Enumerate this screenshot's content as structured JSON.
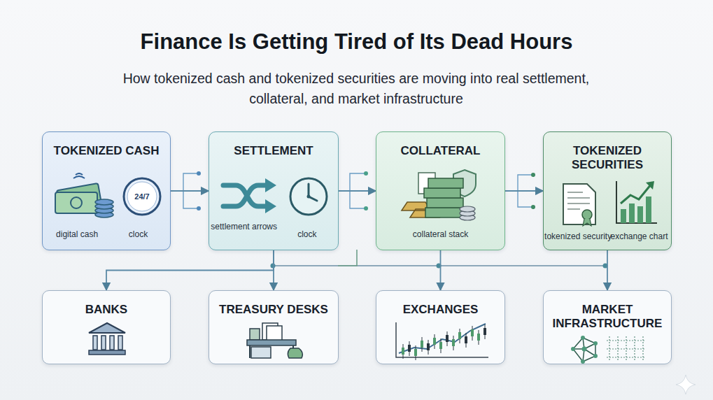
{
  "diagram": {
    "title": "Finance Is Getting Tired of Its Dead Hours",
    "caption": "How tokenized cash and tokenized securities are moving into real settlement, collateral, and market infrastructure",
    "nodes": [
      {
        "text": [
          "TOKENIZED CASH",
          "digital cash",
          "clock"
        ]
      },
      {
        "text": [
          "SETTLEMENT",
          "settlement arrows",
          "clock"
        ]
      },
      {
        "text": [
          "COLLATERAL",
          "collateral stack"
        ]
      },
      {
        "text": [
          "TOKENIZED SECURITIES",
          "tokenized security",
          "exchange chart"
        ]
      },
      {
        "text": [
          "BANKS"
        ]
      },
      {
        "text": [
          "TREASURY DESKS"
        ]
      },
      {
        "text": [
          "EXCHANGES"
        ]
      },
      {
        "text": [
          "MARKET INFRASTRUCTURE"
        ]
      }
    ],
    "edges": [
      {
        "from": 0,
        "to": 1,
        "arrow": "to"
      },
      {
        "from": 1,
        "to": 2,
        "arrow": "to"
      },
      {
        "from": 2,
        "to": 3,
        "arrow": "to"
      },
      {
        "from": 1,
        "to": 4,
        "arrow": "to"
      },
      {
        "from": 1,
        "to": 5,
        "arrow": "to"
      },
      {
        "from": 2,
        "to": 6,
        "arrow": "to"
      },
      {
        "from": 3,
        "to": 7,
        "arrow": "to"
      }
    ],
    "labels": [
      "24/7"
    ]
  }
}
